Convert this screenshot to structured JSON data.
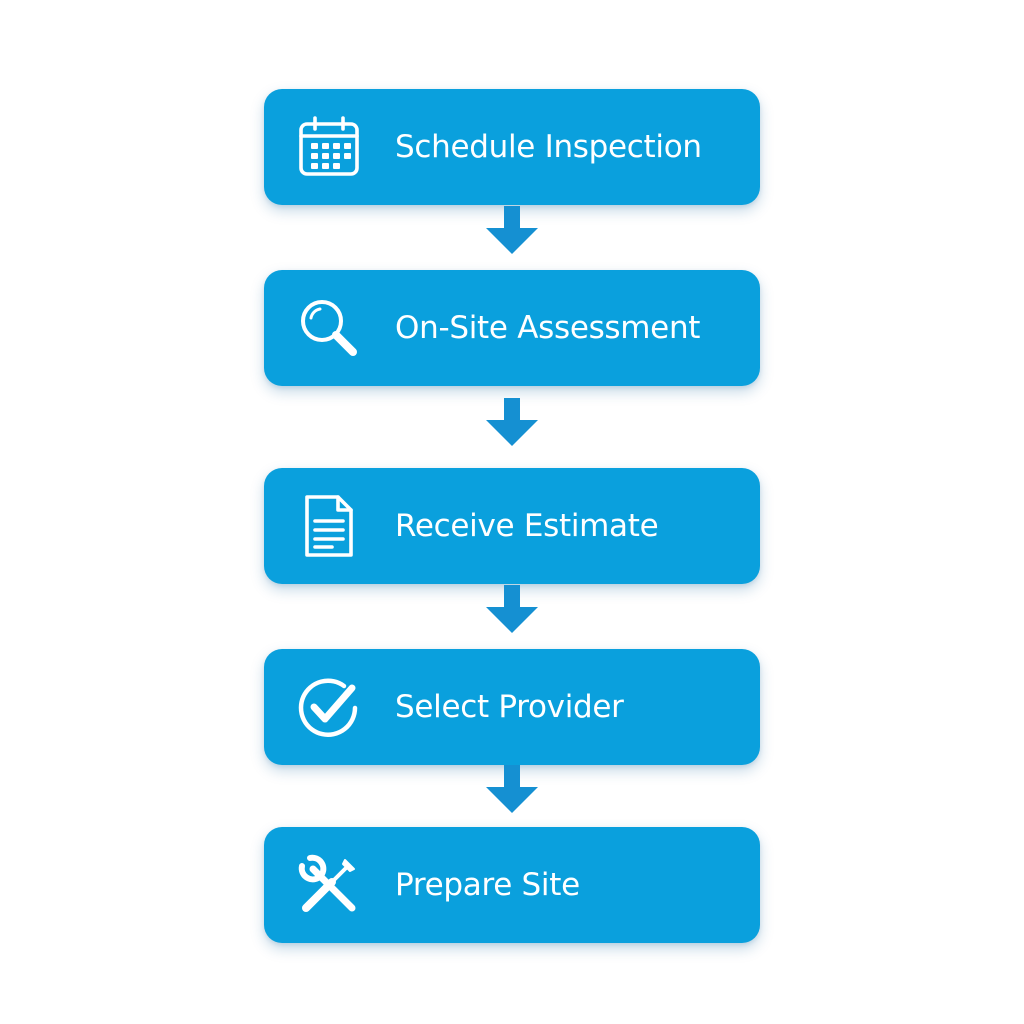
{
  "colors": {
    "step_fill": "#0aa0dd",
    "connector": "#1590d2",
    "text": "#ffffff",
    "background": "#ffffff"
  },
  "steps": [
    {
      "label": "Schedule Inspection",
      "icon": "calendar-icon"
    },
    {
      "label": "On-Site Assessment",
      "icon": "magnifier-icon"
    },
    {
      "label": "Receive Estimate",
      "icon": "document-icon"
    },
    {
      "label": "Select Provider",
      "icon": "check-circle-icon"
    },
    {
      "label": "Prepare Site",
      "icon": "tools-icon"
    }
  ]
}
